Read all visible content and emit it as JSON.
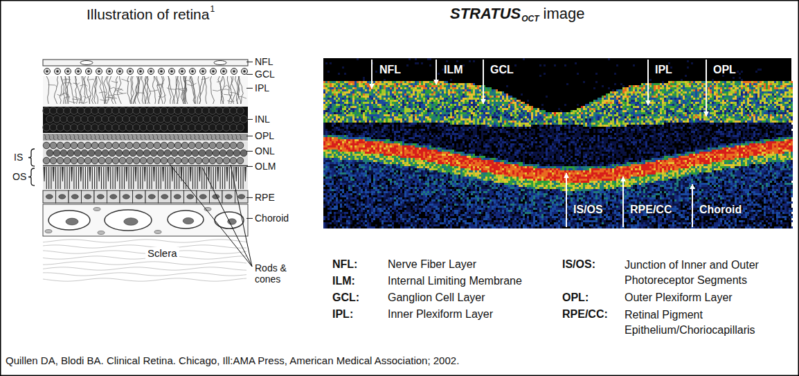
{
  "diagram": {
    "caption": "Quillen DA, Blodi BA. Clinical Retina. Chicago, Ill:AMA Press, American Medical Association; 2002.",
    "labels": [
      "Illustration of retina",
      "1",
      "STRATUS",
      "OCT",
      "image",
      "NFL",
      "GCL",
      "IPL",
      "INL",
      "OPL",
      "ONL",
      "OLM",
      "RPE",
      "Choroid",
      "Rods & cones",
      "IS",
      "OS",
      "Sclera",
      "NFL",
      "ILM",
      "GCL",
      "IPL",
      "OPL",
      "IS/OS",
      "RPE/CC",
      "Choroid",
      "NFL:",
      "Nerve Fiber Layer",
      "ILM:",
      "Internal Limiting Membrane",
      "GCL:",
      "Ganglion Cell Layer",
      "IPL:",
      "Inner Plexiform Layer",
      "IS/OS:",
      "Junction of Inner and Outer Photoreceptor Segments",
      "OPL:",
      "Outer Plexiform Layer",
      "RPE/CC:",
      "Retinal Pigment Epithelium/Choriocapillaris"
    ]
  }
}
